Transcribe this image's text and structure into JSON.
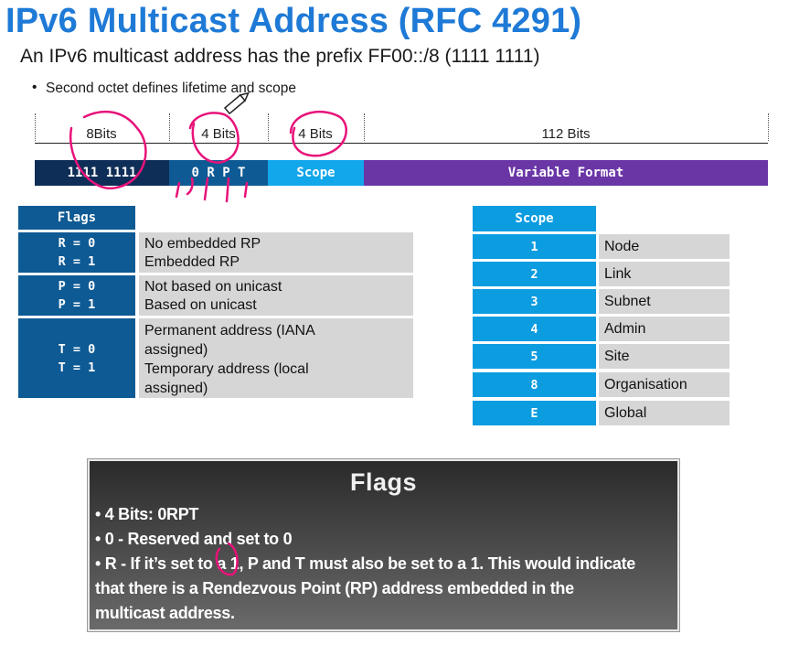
{
  "title": "IPv6 Multicast Address (RFC 4291)",
  "subtitle": "An IPv6 multicast address has the prefix FF00::/8 (1111 1111)",
  "bullet": "Second octet defines lifetime and scope",
  "format": {
    "dimensions": [
      "8Bits",
      "4 Bits",
      "4 Bits",
      "112 Bits"
    ],
    "segments": [
      {
        "label": "1111 1111",
        "color": "#0f2e57"
      },
      {
        "label": "0 R P T",
        "color": "#0e5a94"
      },
      {
        "label": "Scope",
        "color": "#12a6ea"
      },
      {
        "label": "Variable Format",
        "color": "#6a36a6"
      }
    ]
  },
  "flags_table": {
    "header": "Flags",
    "rows": [
      {
        "keys": [
          "R = 0",
          "R = 1"
        ],
        "desc": [
          "No embedded RP",
          "Embedded RP"
        ]
      },
      {
        "keys": [
          "P = 0",
          "P = 1"
        ],
        "desc": [
          "Not based on unicast",
          "Based on unicast"
        ]
      },
      {
        "keys": [
          "T = 0",
          "T = 1"
        ],
        "desc": [
          "Permanent address (IANA",
          "assigned)",
          "Temporary address (local",
          "assigned)"
        ]
      }
    ]
  },
  "scope_table": {
    "header": "Scope",
    "rows": [
      {
        "code": "1",
        "name": "Node"
      },
      {
        "code": "2",
        "name": "Link"
      },
      {
        "code": "3",
        "name": "Subnet"
      },
      {
        "code": "4",
        "name": "Admin"
      },
      {
        "code": "5",
        "name": "Site"
      },
      {
        "code": "8",
        "name": "Organisation"
      },
      {
        "code": "E",
        "name": "Global"
      }
    ]
  },
  "note": {
    "title": "Flags",
    "lines": [
      "• 4 Bits: 0RPT",
      "• 0 - Reserved and set to 0",
      "• R - If it’s set to a 1, P and T must also be set to a 1. This would indicate",
      "that there is a Rendezvous Point (RP) address embedded in the",
      "multicast address."
    ]
  },
  "colors": {
    "title": "#1e7ad6",
    "annotation": "#e8127a"
  },
  "icons": [
    "pencil-cursor-icon"
  ]
}
